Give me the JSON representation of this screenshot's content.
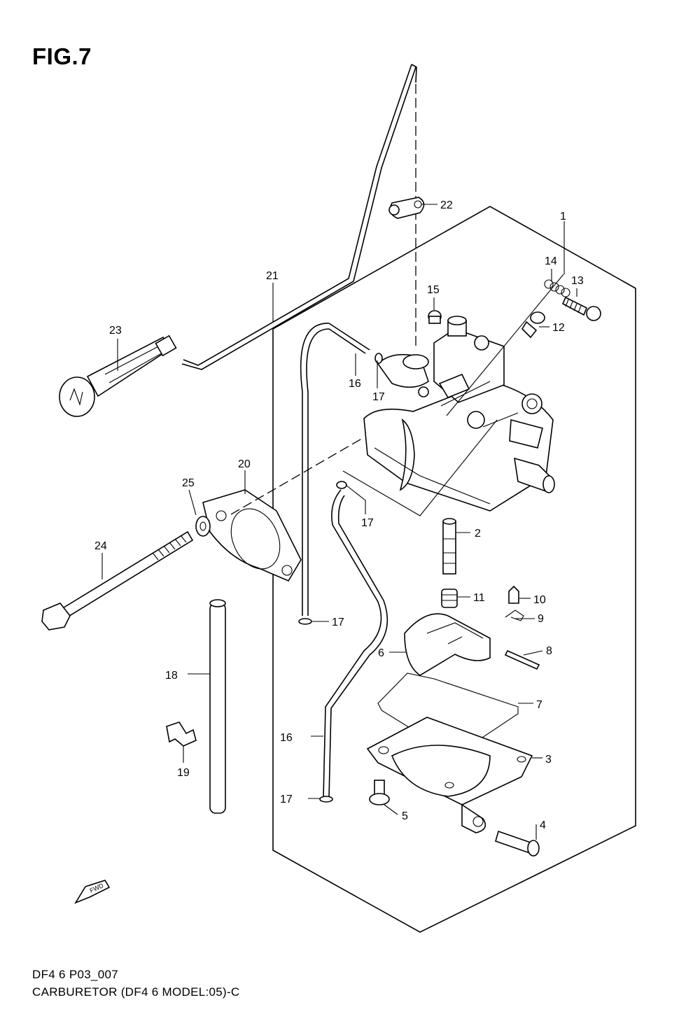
{
  "figure_title": "FIG.7",
  "fwd_label": "FWD",
  "footer": {
    "code": "DF4 6 P03_007",
    "caption": "CARBURETOR (DF4 6 MODEL:05)-C"
  },
  "callouts": [
    {
      "id": "c1",
      "text": "1"
    },
    {
      "id": "c2",
      "text": "2"
    },
    {
      "id": "c3",
      "text": "3"
    },
    {
      "id": "c4",
      "text": "4"
    },
    {
      "id": "c5",
      "text": "5"
    },
    {
      "id": "c6",
      "text": "6"
    },
    {
      "id": "c7",
      "text": "7"
    },
    {
      "id": "c8",
      "text": "8"
    },
    {
      "id": "c9",
      "text": "9"
    },
    {
      "id": "c10",
      "text": "10"
    },
    {
      "id": "c11",
      "text": "11"
    },
    {
      "id": "c12",
      "text": "12"
    },
    {
      "id": "c13",
      "text": "13"
    },
    {
      "id": "c14",
      "text": "14"
    },
    {
      "id": "c15",
      "text": "15"
    },
    {
      "id": "c16a",
      "text": "16"
    },
    {
      "id": "c16b",
      "text": "16"
    },
    {
      "id": "c17a",
      "text": "17"
    },
    {
      "id": "c17b",
      "text": "17"
    },
    {
      "id": "c17c",
      "text": "17"
    },
    {
      "id": "c17d",
      "text": "17"
    },
    {
      "id": "c18",
      "text": "18"
    },
    {
      "id": "c19",
      "text": "19"
    },
    {
      "id": "c20",
      "text": "20"
    },
    {
      "id": "c21",
      "text": "21"
    },
    {
      "id": "c22",
      "text": "22"
    },
    {
      "id": "c23",
      "text": "23"
    },
    {
      "id": "c24",
      "text": "24"
    },
    {
      "id": "c25",
      "text": "25"
    }
  ]
}
